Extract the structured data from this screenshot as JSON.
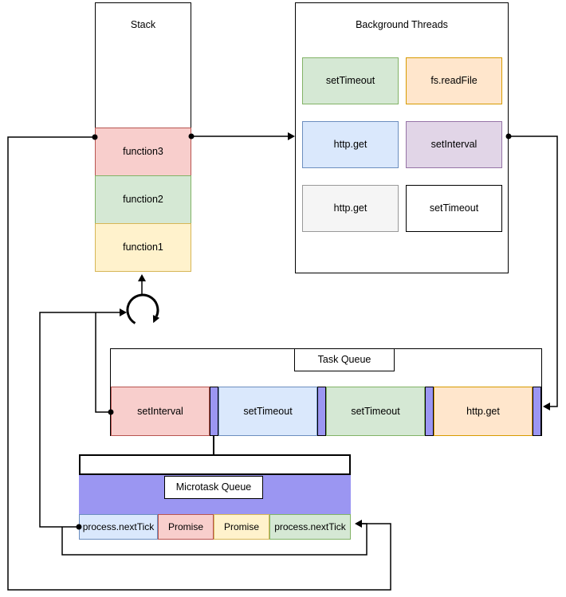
{
  "stack": {
    "title": "Stack",
    "frames": [
      {
        "label": "function3",
        "color": "red"
      },
      {
        "label": "function2",
        "color": "green"
      },
      {
        "label": "function1",
        "color": "yellow"
      }
    ]
  },
  "background_threads": {
    "title": "Background Threads",
    "cells": [
      {
        "label": "setTimeout",
        "color": "green"
      },
      {
        "label": "fs.readFile",
        "color": "orange"
      },
      {
        "label": "http.get",
        "color": "blue"
      },
      {
        "label": "setInterval",
        "color": "purple"
      },
      {
        "label": "http.get",
        "color": "gray"
      },
      {
        "label": "setTimeout",
        "color": "white"
      }
    ]
  },
  "task_queue": {
    "title": "Task Queue",
    "items": [
      {
        "label": "setInterval",
        "color": "red"
      },
      {
        "label": "setTimeout",
        "color": "blue"
      },
      {
        "label": "setTimeout",
        "color": "green"
      },
      {
        "label": "http.get",
        "color": "orange"
      }
    ]
  },
  "microtask_queue": {
    "title": "Microtask Queue",
    "items": [
      {
        "label": "process.nextTick",
        "color": "blue"
      },
      {
        "label": "Promise",
        "color": "red"
      },
      {
        "label": "Promise",
        "color": "yellow"
      },
      {
        "label": "process.nextTick",
        "color": "green"
      }
    ]
  },
  "icons": {
    "event_loop": "circular-clockwise-arrow"
  },
  "colors": {
    "red": {
      "fill": "#f8cecc",
      "stroke": "#b85450"
    },
    "green": {
      "fill": "#d5e8d4",
      "stroke": "#82b366"
    },
    "yellow": {
      "fill": "#fff2cc",
      "stroke": "#d6b656"
    },
    "orange": {
      "fill": "#ffe6cc",
      "stroke": "#d79b00"
    },
    "blue": {
      "fill": "#dae8fc",
      "stroke": "#6c8ebf"
    },
    "purple": {
      "fill": "#e1d5e7",
      "stroke": "#9673a6"
    },
    "gray": {
      "fill": "#f5f5f5",
      "stroke": "#999999"
    },
    "white": {
      "fill": "#ffffff",
      "stroke": "#000000"
    },
    "violet": {
      "fill": "#9b96f2",
      "stroke": "#000000"
    },
    "line": {
      "fill": "#000000",
      "stroke": "#000000"
    }
  }
}
